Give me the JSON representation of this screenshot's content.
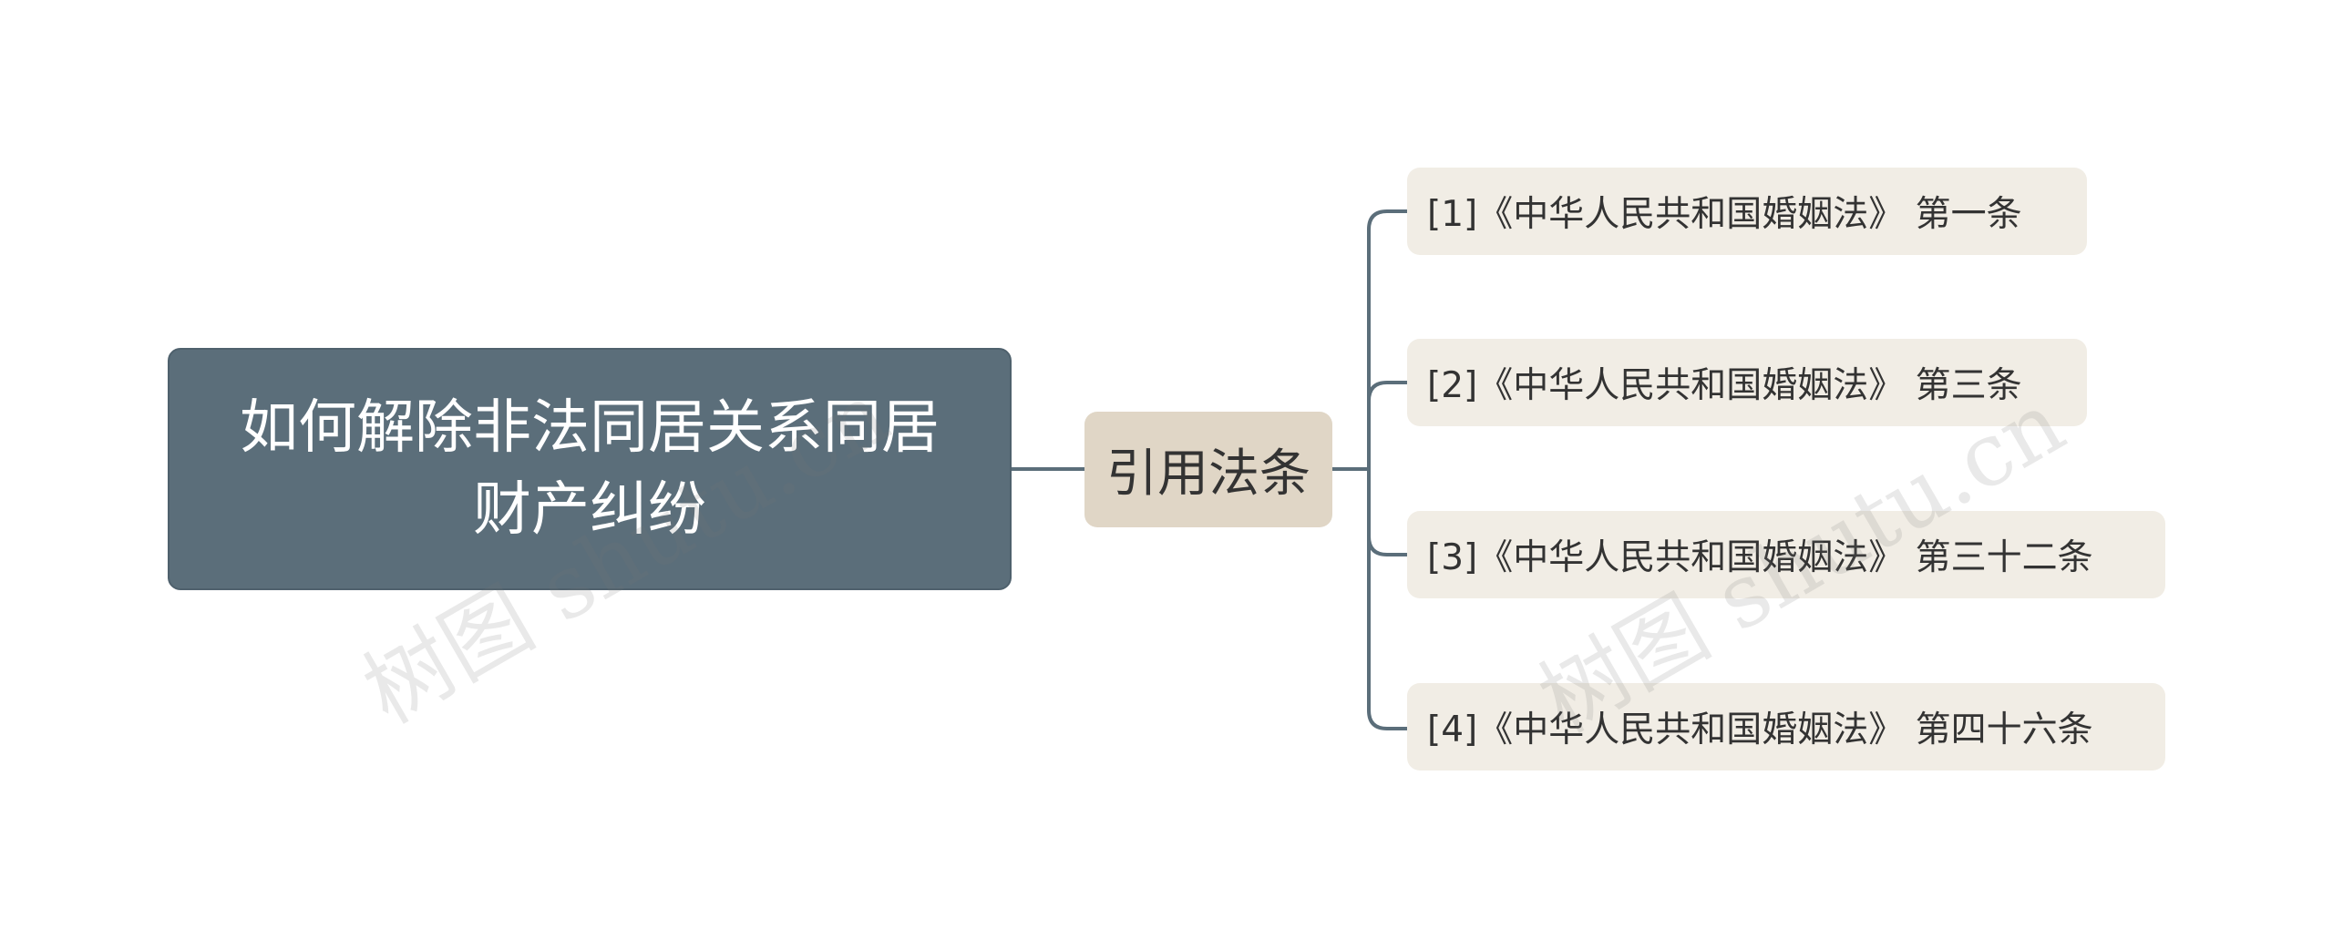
{
  "root": {
    "title": "如何解除非法同居关系同居财产纠纷"
  },
  "branch": {
    "label": "引用法条"
  },
  "leaves": [
    {
      "label": "[1]《中华人民共和国婚姻法》 第一条"
    },
    {
      "label": "[2]《中华人民共和国婚姻法》 第三条"
    },
    {
      "label": "[3]《中华人民共和国婚姻法》 第三十二条"
    },
    {
      "label": "[4]《中华人民共和国婚姻法》 第四十六条"
    }
  ],
  "watermark": {
    "text": "树图 shutu.cn"
  },
  "colors": {
    "root_fill": "#5b6e7a",
    "branch_fill": "#e0d6c6",
    "leaf_fill": "#f1ede5",
    "connector": "#5b6e7a",
    "text_dark": "#333333",
    "text_light": "#ffffff"
  }
}
